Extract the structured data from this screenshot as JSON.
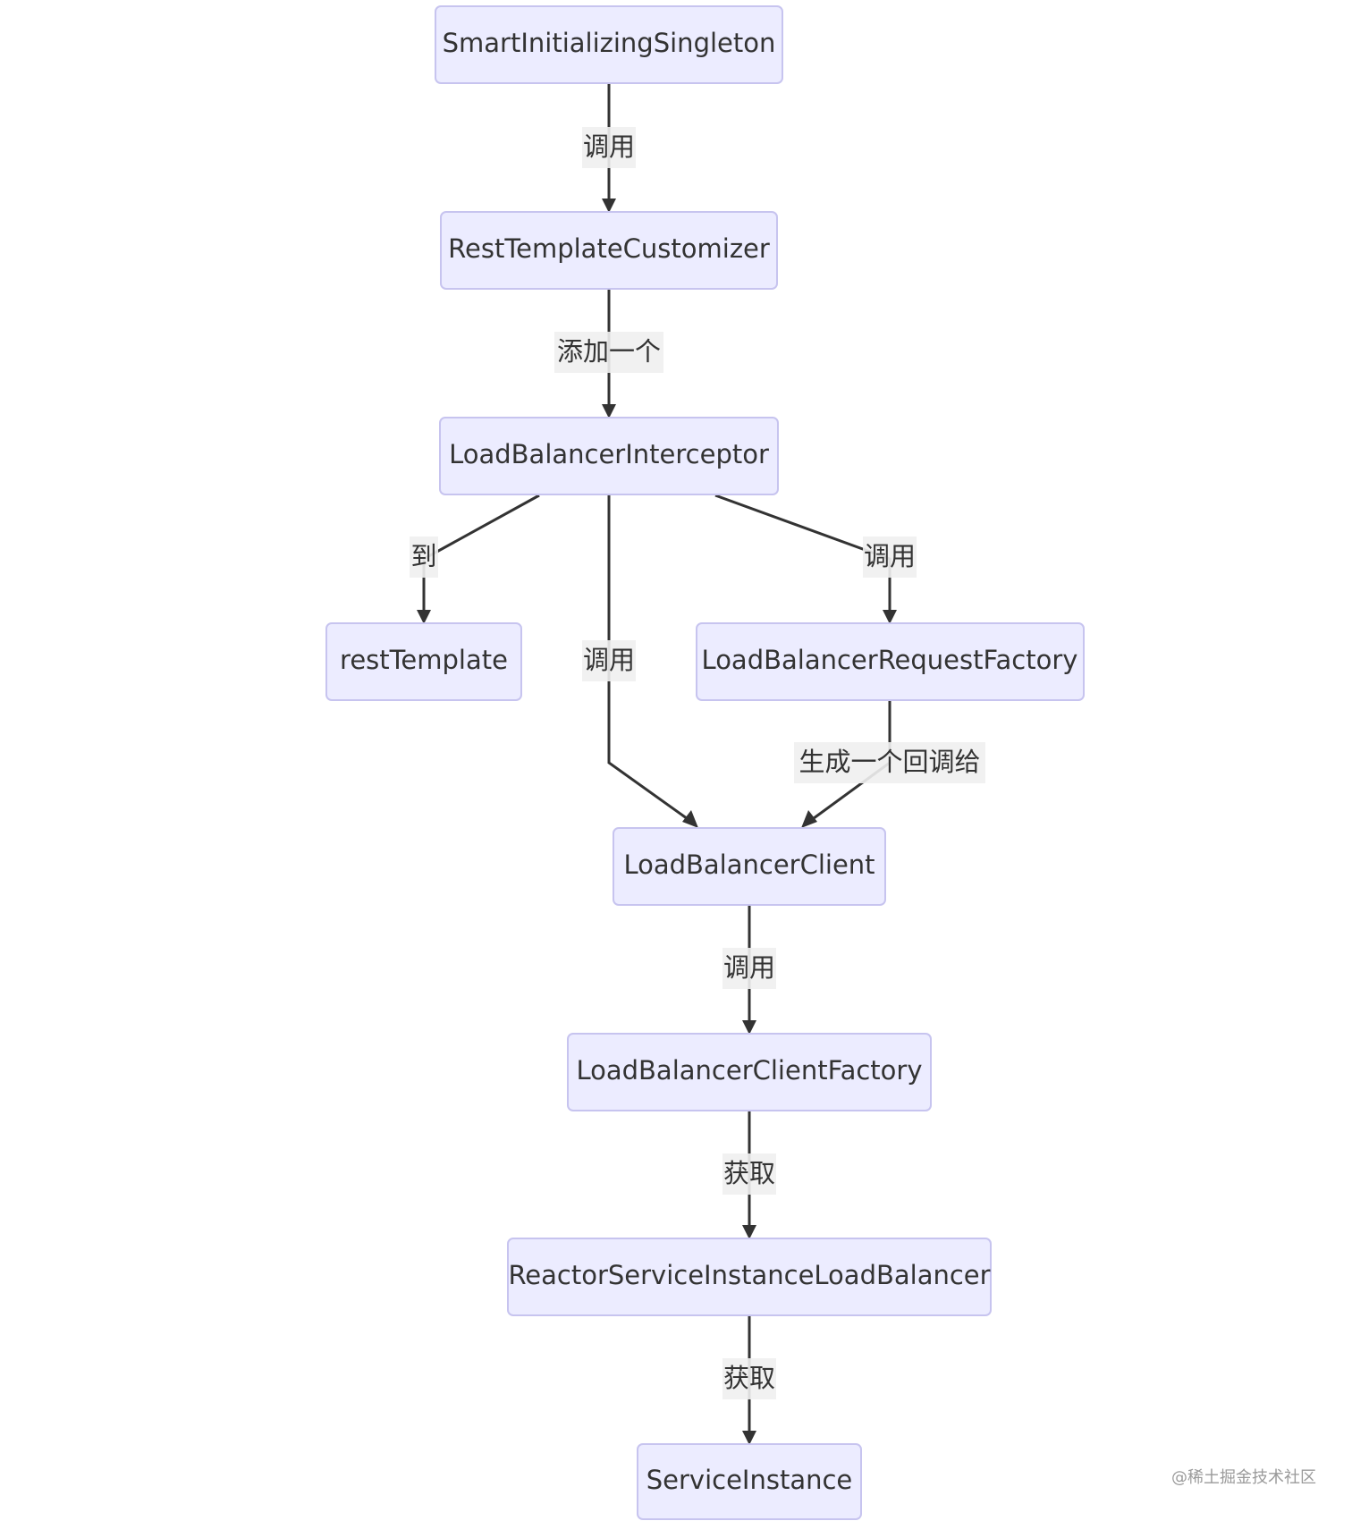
{
  "diagram": {
    "nodes": [
      {
        "id": "smart",
        "label": "SmartInitializingSingleton"
      },
      {
        "id": "customizer",
        "label": "RestTemplateCustomizer"
      },
      {
        "id": "interceptor",
        "label": "LoadBalancerInterceptor"
      },
      {
        "id": "resttemplate",
        "label": "restTemplate"
      },
      {
        "id": "requestfactory",
        "label": "LoadBalancerRequestFactory"
      },
      {
        "id": "client",
        "label": "LoadBalancerClient"
      },
      {
        "id": "clientfactory",
        "label": "LoadBalancerClientFactory"
      },
      {
        "id": "reactor",
        "label": "ReactorServiceInstanceLoadBalancer"
      },
      {
        "id": "serviceinstance",
        "label": "ServiceInstance"
      }
    ],
    "edges": [
      {
        "id": "e1",
        "from": "smart",
        "to": "customizer",
        "label": "调用"
      },
      {
        "id": "e2",
        "from": "customizer",
        "to": "interceptor",
        "label": "添加一个"
      },
      {
        "id": "e3",
        "from": "interceptor",
        "to": "resttemplate",
        "label": "到"
      },
      {
        "id": "e4",
        "from": "interceptor",
        "to": "client",
        "label": "调用"
      },
      {
        "id": "e5",
        "from": "interceptor",
        "to": "requestfactory",
        "label": "调用"
      },
      {
        "id": "e6",
        "from": "requestfactory",
        "to": "client",
        "label": "生成一个回调给"
      },
      {
        "id": "e7",
        "from": "client",
        "to": "clientfactory",
        "label": "调用"
      },
      {
        "id": "e8",
        "from": "clientfactory",
        "to": "reactor",
        "label": "获取"
      },
      {
        "id": "e9",
        "from": "reactor",
        "to": "serviceinstance",
        "label": "获取"
      }
    ]
  },
  "watermark": "@稀土掘金技术社区",
  "colors": {
    "node_fill": "#ececff",
    "node_border": "#c7c4ef",
    "edge": "#333333",
    "label_bg": "#efefef",
    "text": "#333333"
  }
}
